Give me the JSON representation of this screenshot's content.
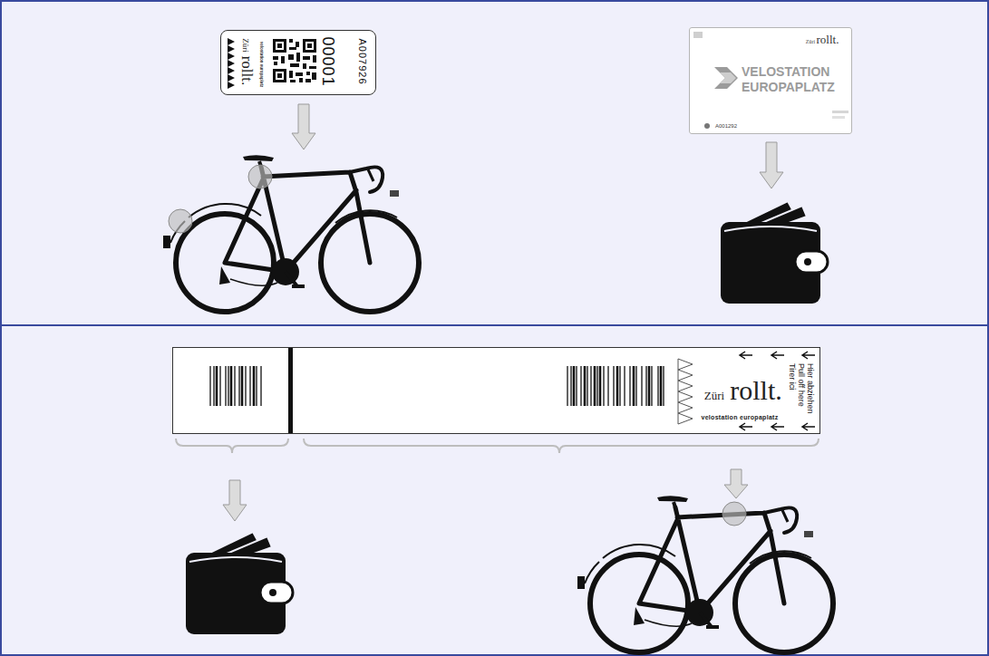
{
  "diagram": {
    "nodes": [
      {
        "text": [
          "Züri",
          "rollt.",
          "velostation europaplatz",
          "00001",
          "A007926"
        ]
      },
      {
        "text": [
          "VELOSTATION EUROPAPLATZ",
          "Züri",
          "rollt.",
          "A001292"
        ]
      },
      {
        "text": [
          "Züri",
          "rollt.",
          "velostation europaplatz",
          "Hier abziehen Pull off here Tirer ici"
        ]
      }
    ]
  }
}
